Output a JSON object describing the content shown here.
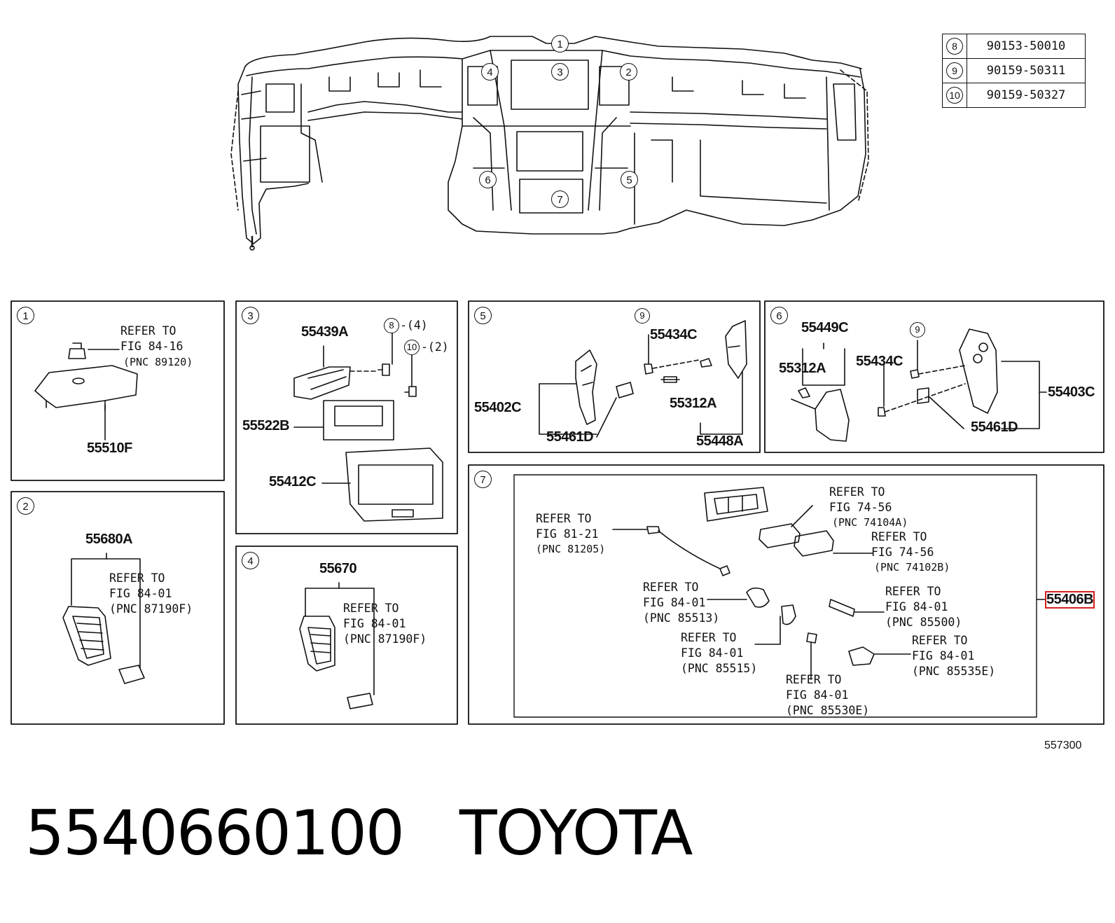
{
  "caption": {
    "part_number": "5540660100",
    "brand": "TOYOTA"
  },
  "figure_id": "557300",
  "fastener_table": [
    {
      "key": "8",
      "code": "90153-50010"
    },
    {
      "key": "9",
      "code": "90159-50311"
    },
    {
      "key": "10",
      "code": "90159-50327"
    }
  ],
  "overview_callouts": [
    "1",
    "2",
    "3",
    "4",
    "5",
    "6",
    "7"
  ],
  "panels": {
    "p1": {
      "num": "1",
      "refer": "REFER TO",
      "fig": "FIG 84-16",
      "pnc": "(PNC 89120)",
      "part": "55510F"
    },
    "p2": {
      "num": "2",
      "part": "55680A",
      "refer": "REFER TO",
      "fig": "FIG 84-01",
      "pnc": "(PNC 87190F)"
    },
    "p3": {
      "num": "3",
      "part_a": "55439A",
      "bolt8": "8",
      "qty8": "-(4)",
      "bolt10": "10",
      "qty10": "-(2)",
      "part_b": "55522B",
      "part_c": "55412C"
    },
    "p4": {
      "num": "4",
      "part": "55670",
      "refer": "REFER TO",
      "fig": "FIG 84-01",
      "pnc": "(PNC 87190F)"
    },
    "p5": {
      "num": "5",
      "bolt9": "9",
      "part_a": "55434C",
      "part_b": "55402C",
      "part_c": "55312A",
      "part_d": "55461D",
      "part_e": "55448A"
    },
    "p6": {
      "num": "6",
      "part_a": "55449C",
      "bolt9": "9",
      "part_b": "55312A",
      "part_c": "55434C",
      "part_d": "55403C",
      "part_e": "55461D"
    },
    "p7": {
      "num": "7",
      "main_part": "55406B",
      "refs": [
        {
          "refer": "REFER TO",
          "fig": "FIG 74-56",
          "pnc": "(PNC 74104A)"
        },
        {
          "refer": "REFER TO",
          "fig": "FIG 81-21",
          "pnc": "(PNC 81205)"
        },
        {
          "refer": "REFER TO",
          "fig": "FIG 74-56",
          "pnc": "(PNC 74102B)"
        },
        {
          "refer": "REFER TO",
          "fig": "FIG 84-01",
          "pnc": "(PNC 85513)"
        },
        {
          "refer": "REFER TO",
          "fig": "FIG 84-01",
          "pnc": "(PNC 85500)"
        },
        {
          "refer": "REFER TO",
          "fig": "FIG 84-01",
          "pnc": "(PNC 85515)"
        },
        {
          "refer": "REFER TO",
          "fig": "FIG 84-01",
          "pnc": "(PNC 85535E)"
        },
        {
          "refer": "REFER TO",
          "fig": "FIG 84-01",
          "pnc": "(PNC 85530E)"
        }
      ]
    }
  },
  "colors": {
    "line": "#111111",
    "highlight": "#d62020",
    "background": "#ffffff"
  }
}
